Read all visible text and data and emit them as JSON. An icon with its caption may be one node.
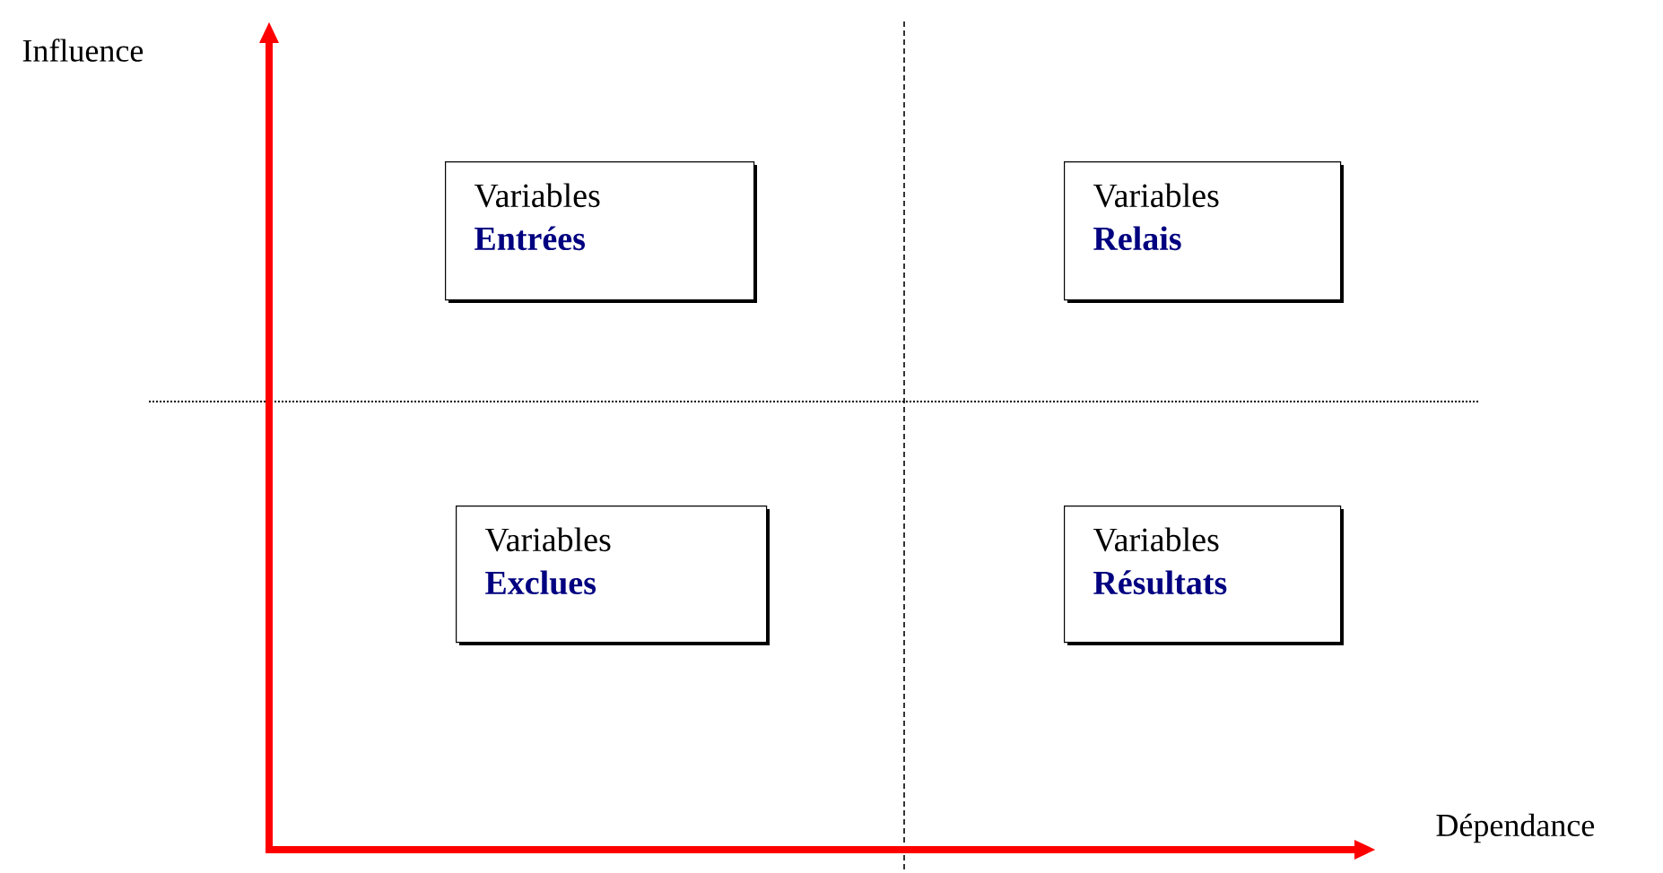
{
  "diagram": {
    "nodes": [
      {
        "text": [
          "Variables",
          "Entrées"
        ]
      },
      {
        "text": [
          "Variables",
          "Relais"
        ]
      },
      {
        "text": [
          "Variables",
          "Exclues"
        ]
      },
      {
        "text": [
          "Variables",
          "Résultats"
        ]
      }
    ],
    "labels": [
      "Influence",
      "Dépendance"
    ]
  }
}
